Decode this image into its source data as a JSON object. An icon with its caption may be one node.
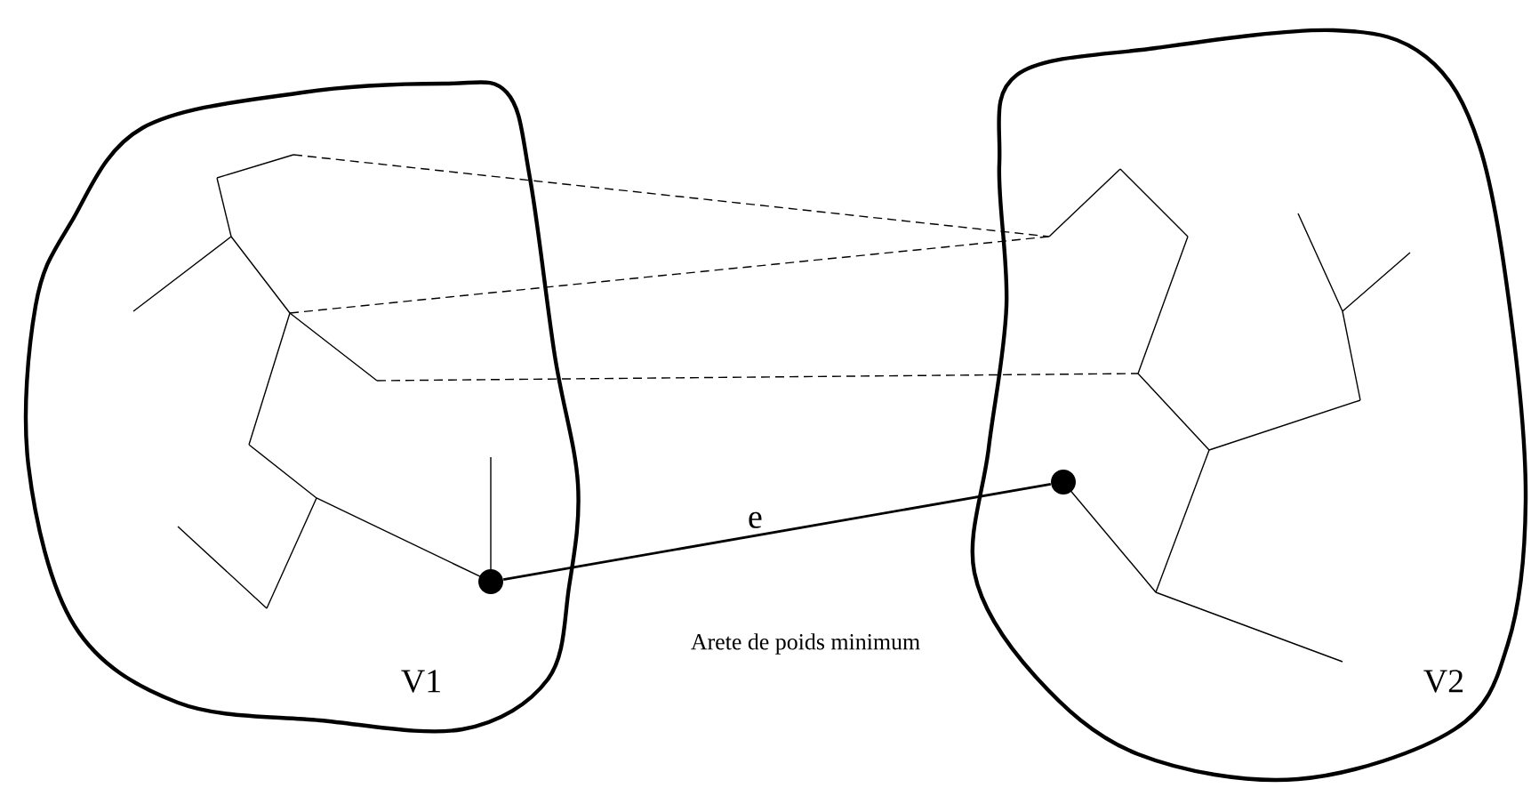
{
  "diagram": {
    "nodes": [
      {
        "text": [
          "V1"
        ]
      },
      {
        "text": [],
        "shape": "circle",
        "in": 0
      },
      {
        "text": [
          "V2"
        ]
      },
      {
        "text": [],
        "shape": "circle",
        "in": 2
      }
    ],
    "edges": [
      {
        "from": 1,
        "to": 3,
        "arrow": "none",
        "label": "e"
      }
    ],
    "labels": [
      "Arete de poids minimum"
    ]
  }
}
